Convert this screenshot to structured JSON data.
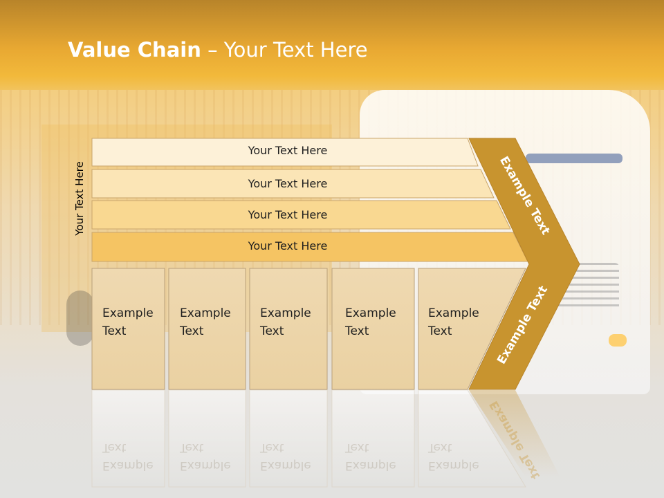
{
  "slide": {
    "title_bold": "Value Chain",
    "title_rest": " – Your Text Here",
    "side_label": "Your Text Here",
    "bars": [
      {
        "label": "Your Text Here",
        "fill": "#fdf1d8"
      },
      {
        "label": "Your Text Here",
        "fill": "#fbe5b6"
      },
      {
        "label": "Your Text Here",
        "fill": "#f9d891"
      },
      {
        "label": "Your Text Here",
        "fill": "#f5c463"
      }
    ],
    "boxes": [
      {
        "label": "Example\nText"
      },
      {
        "label": "Example\nText"
      },
      {
        "label": "Example\nText"
      },
      {
        "label": "Example\nText"
      },
      {
        "label": "Example\nText"
      }
    ],
    "chevron_top_label": "Example Text",
    "chevron_bottom_label": "Example Text",
    "colors": {
      "header": "#f2b93b",
      "chevron": "#c8942f",
      "box_fill": "#ecd5aa",
      "box_border": "#b9a07a",
      "bar_border": "#c9a56a"
    }
  }
}
